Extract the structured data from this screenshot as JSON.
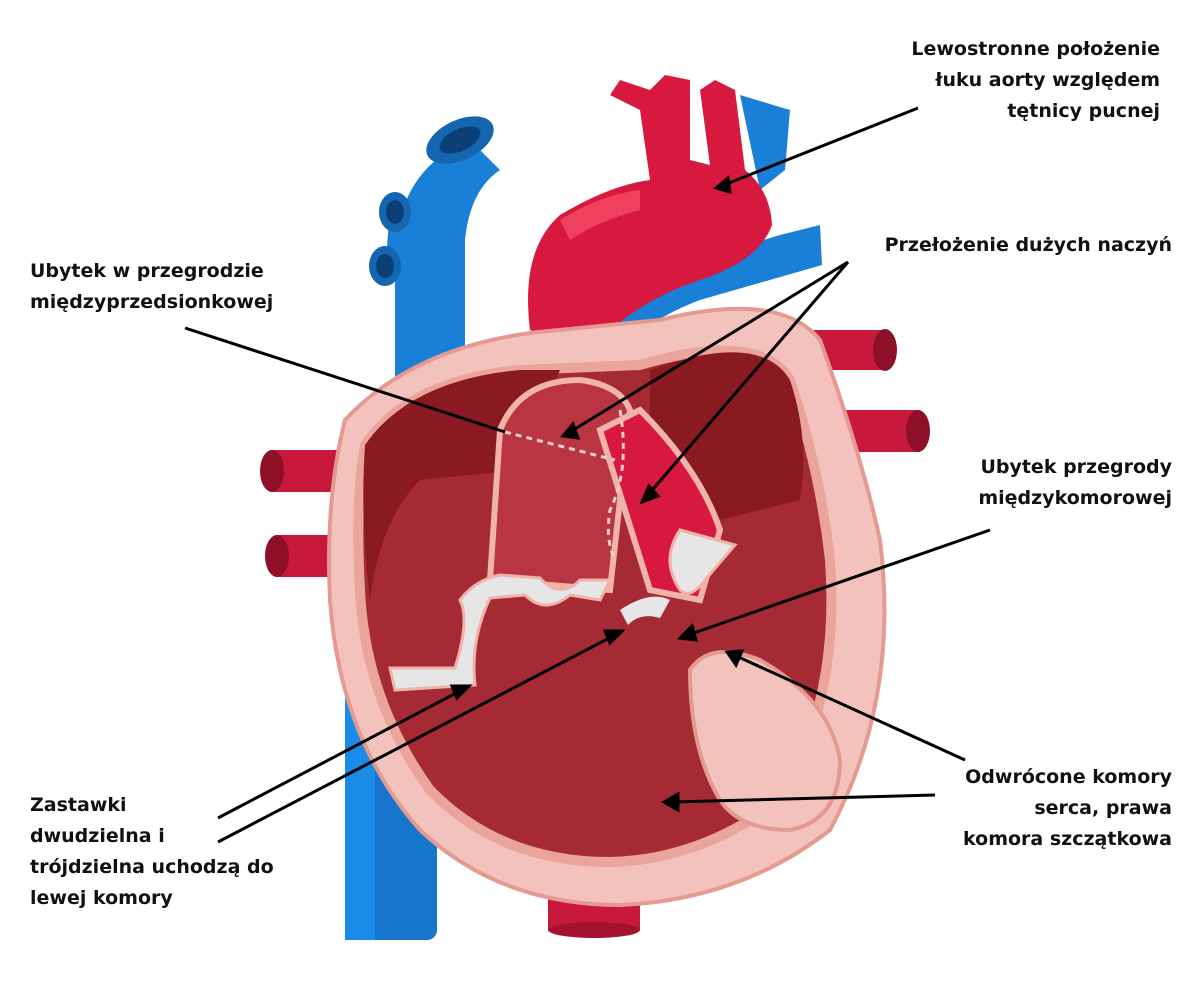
{
  "labels": {
    "aortic_arch": [
      "Lewostronne położenie",
      "łuku aorty względem",
      "tętnicy pucnej"
    ],
    "transposition": [
      "Przełożenie dużych naczyń"
    ],
    "asd": [
      "Ubytek w przegrodzie",
      "międzyprzedsionkowej"
    ],
    "vsd": [
      "Ubytek przegrody",
      "międzykomorowej"
    ],
    "ventricles": [
      "Odwrócone komory",
      "serca, prawa",
      "komora szczątkowa"
    ],
    "valves": [
      "Zastawki",
      "dwudzielna i",
      "trójdzielna uchodzą do",
      "lewej komory"
    ]
  },
  "colors": {
    "artery": "#d7193f",
    "vein": "#1a7fd6",
    "myocardium": "#f4c2bc",
    "chamber": "#a52a34",
    "pointer": "#000000"
  }
}
